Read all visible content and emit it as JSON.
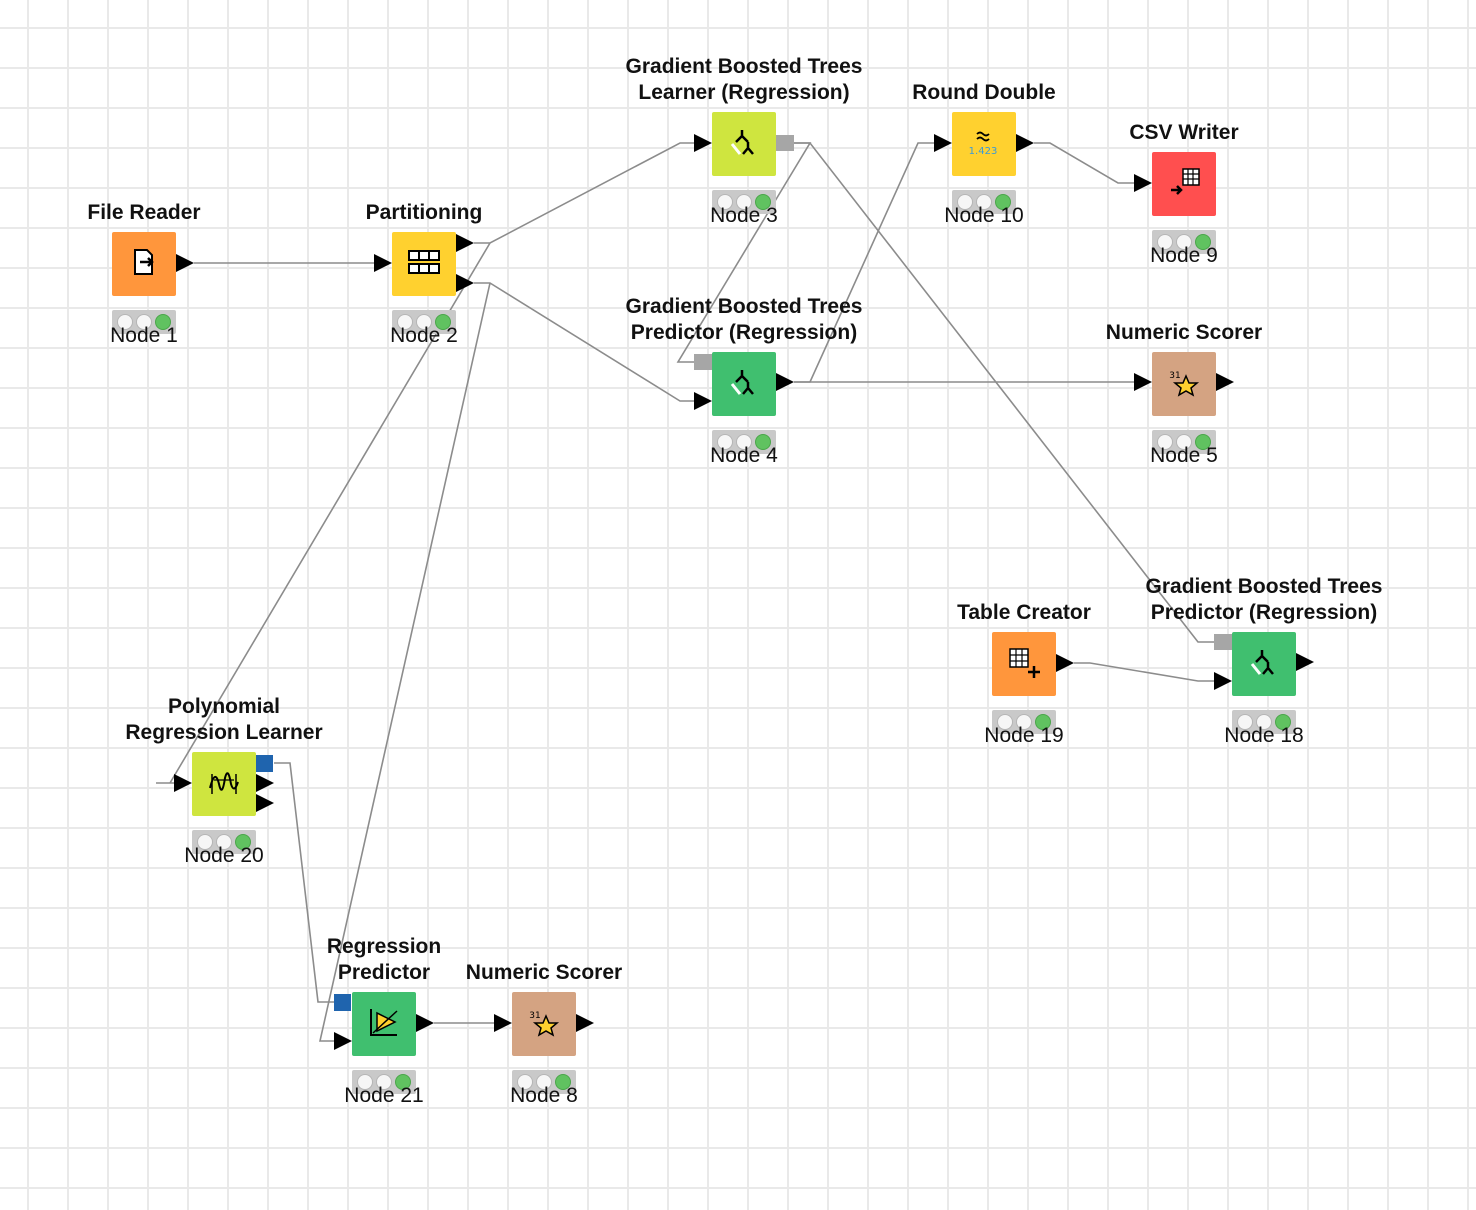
{
  "workflow": {
    "background_color": "#ffffff",
    "grid_color": "#e9e9e9",
    "edge_color": "#8c8c8c"
  },
  "nodes": {
    "n1": {
      "title": "File Reader",
      "label": "Node 1",
      "color": "#ff963c",
      "icon": "file-reader-icon"
    },
    "n2": {
      "title": "Partitioning",
      "label": "Node 2",
      "color": "#ffd12f",
      "icon": "partitioning-icon"
    },
    "n3": {
      "title": "Gradient Boosted Trees\nLearner (Regression)",
      "label": "Node 3",
      "color": "#cfe53f",
      "icon": "tree-learner-icon"
    },
    "n4": {
      "title": "Gradient Boosted Trees\nPredictor (Regression)",
      "label": "Node 4",
      "color": "#40bf6f",
      "icon": "tree-predictor-icon"
    },
    "n10": {
      "title": "Round Double",
      "label": "Node 10",
      "color": "#ffd12f",
      "icon": "round-double-icon",
      "icon_text": "1.423"
    },
    "n9": {
      "title": "CSV Writer",
      "label": "Node 9",
      "color": "#ff4f4f",
      "icon": "csv-writer-icon"
    },
    "n5": {
      "title": "Numeric Scorer",
      "label": "Node 5",
      "color": "#d4a382",
      "icon": "scorer-icon",
      "icon_text": "31"
    },
    "n19": {
      "title": "Table Creator",
      "label": "Node 19",
      "color": "#ff963c",
      "icon": "table-creator-icon"
    },
    "n18": {
      "title": "Gradient Boosted Trees\nPredictor (Regression)",
      "label": "Node 18",
      "color": "#40bf6f",
      "icon": "tree-predictor-icon"
    },
    "n20": {
      "title": "Polynomial\nRegression Learner",
      "label": "Node 20",
      "color": "#cfe53f",
      "icon": "polynomial-learner-icon"
    },
    "n21": {
      "title": "Regression\nPredictor",
      "label": "Node 21",
      "color": "#40bf6f",
      "icon": "regression-predictor-icon"
    },
    "n8": {
      "title": "Numeric Scorer",
      "label": "Node 8",
      "color": "#d4a382",
      "icon": "scorer-icon",
      "icon_text": "31"
    }
  }
}
